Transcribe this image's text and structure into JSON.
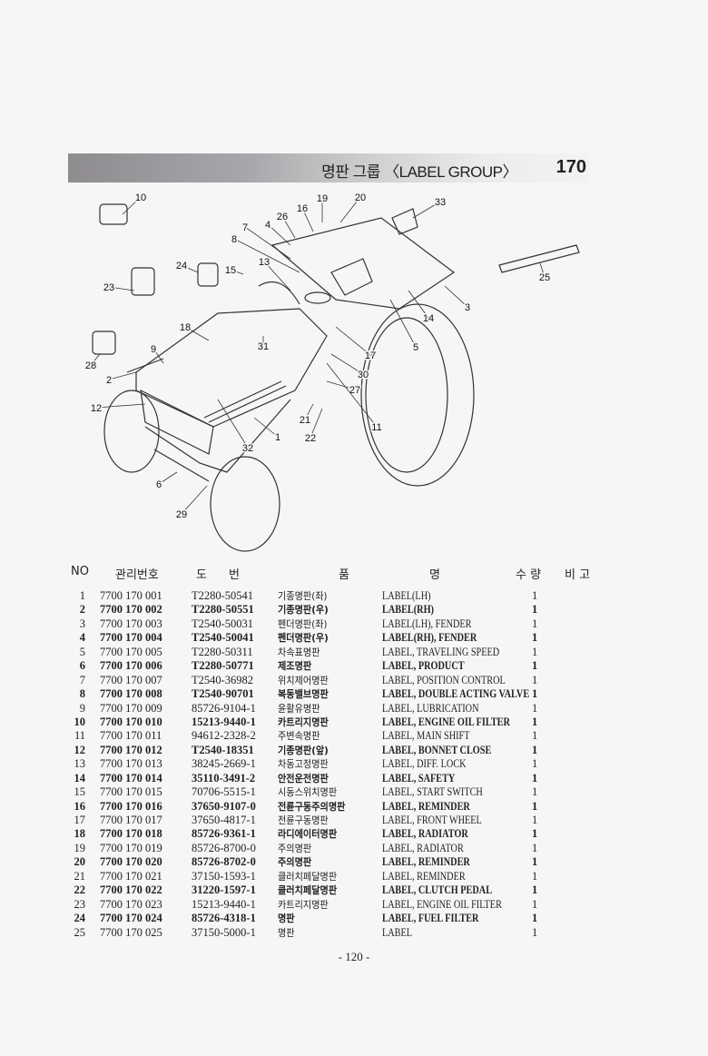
{
  "header": {
    "title": "명판 그룹 〈LABEL GROUP〉",
    "group_number": "170"
  },
  "diagram": {
    "callouts": [
      "10",
      "19",
      "20",
      "16",
      "26",
      "4",
      "7",
      "8",
      "33",
      "13",
      "15",
      "24",
      "23",
      "25",
      "14",
      "3",
      "18",
      "31",
      "9",
      "28",
      "2",
      "5",
      "17",
      "30",
      "27",
      "12",
      "11",
      "21",
      "22",
      "1",
      "32",
      "6",
      "29"
    ]
  },
  "table": {
    "columns": {
      "no": "NO",
      "mgmt": "관리번호",
      "drawing_a": "도",
      "drawing_b": "번",
      "name_a": "품",
      "name_b": "명",
      "qty": "수 량",
      "remark": "비 고"
    },
    "rows": [
      {
        "no": "1",
        "mgmt": "7700 170 001",
        "drawing": "T2280-50541",
        "kr": "기종명판(좌)",
        "en": "LABEL(LH)",
        "qty": "1"
      },
      {
        "no": "2",
        "mgmt": "7700 170 002",
        "drawing": "T2280-50551",
        "kr": "기종명판(우)",
        "en": "LABEL(RH)",
        "qty": "1"
      },
      {
        "no": "3",
        "mgmt": "7700 170 003",
        "drawing": "T2540-50031",
        "kr": "펜더명판(좌)",
        "en": "LABEL(LH), FENDER",
        "qty": "1"
      },
      {
        "no": "4",
        "mgmt": "7700 170 004",
        "drawing": "T2540-50041",
        "kr": "펜더명판(우)",
        "en": "LABEL(RH), FENDER",
        "qty": "1"
      },
      {
        "no": "5",
        "mgmt": "7700 170 005",
        "drawing": "T2280-50311",
        "kr": "차속표명판",
        "en": "LABEL, TRAVELING SPEED",
        "qty": "1"
      },
      {
        "no": "6",
        "mgmt": "7700 170 006",
        "drawing": "T2280-50771",
        "kr": "제조명판",
        "en": "LABEL, PRODUCT",
        "qty": "1"
      },
      {
        "no": "7",
        "mgmt": "7700 170 007",
        "drawing": "T2540-36982",
        "kr": "위치제어명판",
        "en": "LABEL, POSITION CONTROL",
        "qty": "1"
      },
      {
        "no": "8",
        "mgmt": "7700 170 008",
        "drawing": "T2540-90701",
        "kr": "복동밸브명판",
        "en": "LABEL, DOUBLE ACTING VALVE",
        "qty": "1"
      },
      {
        "no": "9",
        "mgmt": "7700 170 009",
        "drawing": "85726-9104-1",
        "kr": "윤활유명판",
        "en": "LABEL, LUBRICATION",
        "qty": "1"
      },
      {
        "no": "10",
        "mgmt": "7700 170 010",
        "drawing": "15213-9440-1",
        "kr": "카트리지명판",
        "en": "LABEL, ENGINE OIL FILTER",
        "qty": "1"
      },
      {
        "no": "11",
        "mgmt": "7700 170 011",
        "drawing": "94612-2328-2",
        "kr": "주변속명판",
        "en": "LABEL, MAIN SHIFT",
        "qty": "1"
      },
      {
        "no": "12",
        "mgmt": "7700 170 012",
        "drawing": "T2540-18351",
        "kr": "기종명판(앞)",
        "en": "LABEL, BONNET CLOSE",
        "qty": "1"
      },
      {
        "no": "13",
        "mgmt": "7700 170 013",
        "drawing": "38245-2669-1",
        "kr": "차동고정명판",
        "en": "LABEL, DIFF. LOCK",
        "qty": "1"
      },
      {
        "no": "14",
        "mgmt": "7700 170 014",
        "drawing": "35110-3491-2",
        "kr": "안전운전명판",
        "en": "LABEL, SAFETY",
        "qty": "1"
      },
      {
        "no": "15",
        "mgmt": "7700 170 015",
        "drawing": "70706-5515-1",
        "kr": "시동스위치명판",
        "en": "LABEL, START SWITCH",
        "qty": "1"
      },
      {
        "no": "16",
        "mgmt": "7700 170 016",
        "drawing": "37650-9107-0",
        "kr": "전륜구동주의명판",
        "en": "LABEL, REMINDER",
        "qty": "1"
      },
      {
        "no": "17",
        "mgmt": "7700 170 017",
        "drawing": "37650-4817-1",
        "kr": "전륜구동명판",
        "en": "LABEL, FRONT WHEEL",
        "qty": "1"
      },
      {
        "no": "18",
        "mgmt": "7700 170 018",
        "drawing": "85726-9361-1",
        "kr": "라디에이터명판",
        "en": "LABEL, RADIATOR",
        "qty": "1"
      },
      {
        "no": "19",
        "mgmt": "7700 170 019",
        "drawing": "85726-8700-0",
        "kr": "주의명판",
        "en": "LABEL, RADIATOR",
        "qty": "1"
      },
      {
        "no": "20",
        "mgmt": "7700 170 020",
        "drawing": "85726-8702-0",
        "kr": "주의명판",
        "en": "LABEL, REMINDER",
        "qty": "1"
      },
      {
        "no": "21",
        "mgmt": "7700 170 021",
        "drawing": "37150-1593-1",
        "kr": "클러치페달명판",
        "en": "LABEL, REMINDER",
        "qty": "1"
      },
      {
        "no": "22",
        "mgmt": "7700 170 022",
        "drawing": "31220-1597-1",
        "kr": "클러치페달명판",
        "en": "LABEL, CLUTCH PEDAL",
        "qty": "1"
      },
      {
        "no": "23",
        "mgmt": "7700 170 023",
        "drawing": "15213-9440-1",
        "kr": "카트리지명판",
        "en": "LABEL, ENGINE OIL FILTER",
        "qty": "1"
      },
      {
        "no": "24",
        "mgmt": "7700 170 024",
        "drawing": "85726-4318-1",
        "kr": "명판",
        "en": "LABEL, FUEL FILTER",
        "qty": "1"
      },
      {
        "no": "25",
        "mgmt": "7700 170 025",
        "drawing": "37150-5000-1",
        "kr": "명판",
        "en": "LABEL",
        "qty": "1"
      }
    ]
  },
  "footer": {
    "page": "- 120 -"
  }
}
